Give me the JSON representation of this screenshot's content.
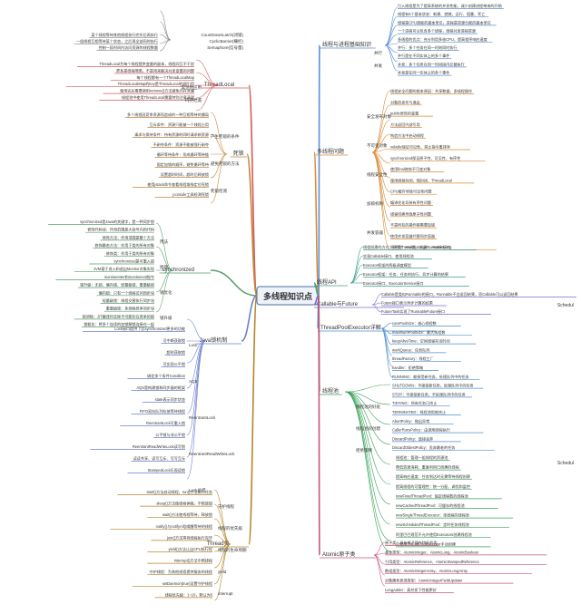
{
  "center": {
    "title": "多线程知识点"
  },
  "branches": {
    "basics": {
      "label": "线程与进程基础知识"
    },
    "threadlocal": {
      "label": "ThreadLocal"
    },
    "deadlock": {
      "label": "死锁"
    },
    "multithread_problems": {
      "label": "多线程问题"
    },
    "synchronized": {
      "label": "synchronized"
    },
    "java_lock": {
      "label": "Java锁机制"
    },
    "thread_pool": {
      "label": "线程池"
    },
    "thread_class": {
      "label": "Thread类"
    },
    "atomic": {
      "label": "Atomic原子类"
    },
    "thread_api": {
      "label": "线程API"
    },
    "callable_future": {
      "label": "Callable与Future"
    },
    "executor_detail": {
      "label": "ThreadPoolExecutor详解"
    },
    "scheduled": {
      "label": "Schedul"
    }
  },
  "top_right": {
    "lines": [
      "引入线程是为了提高系统的并发性能，减少创建进程带来的开销",
      "线程有5个基本状态：新建、就绪、运行、阻塞、死亡",
      "线程是CPU调度的基本单位，进程是资源分配的基本单位",
      "一个进程可以包含多个线程，线程共享进程资源",
      "多线程的优点：充分利用多核CPU，提高程序响应速度",
      "并行：多个任务在同一时刻同时执行",
      "并行是在不同实体上的多个事件",
      "并发：多个任务在同一时间段内交替执行",
      "并发是在同一实体上的多个事件"
    ],
    "labels": [
      "并行",
      "并发"
    ]
  },
  "top_left": {
    "lines": [
      "某个线程等待其他线程执行完毕后再执行",
      "一组线程互相等待某个状态，之后再全部同时执行",
      "控制一段时间内访问资源的线程数量"
    ],
    "labels": [
      "CountDownLatch(闭锁)",
      "CyclicBarrier(栅栏)",
      "Semaphore(信号量)"
    ]
  },
  "threadlocal": {
    "lines": [
      "ThreadLocal为每个线程提供变量的副本，线程间互不干扰",
      "更多是线程隔离，不是用来解决共享变量的问题",
      "每个线程都有一个ThreadLocalMap",
      "ThreadLocalMap的key是ThreadLocal的弱引用",
      "使用完后需要调用remove()方法避免内存泄漏",
      "线程池中使用ThreadLocal需要特别注意清理"
    ],
    "labels": [
      "常见的应用",
      "内存泄漏"
    ]
  },
  "deadlock": {
    "lines": [
      "多个线程因竞争资源而造成的一种互相等待的僵局",
      "互斥条件：资源只能被一个线程占用",
      "请求与保持条件：持有资源的同时请求新资源",
      "不剥夺条件：资源不能被强行剥夺",
      "循环等待条件：形成循环等待链",
      "固定加锁的顺序，避免循环等待",
      "设置超时时间，超时后释放锁",
      "使用jstack命令查看线程堆栈定位死锁",
      "jconsole工具检测死锁"
    ],
    "labels": [
      "产生死锁的条件",
      "避免死锁的方法",
      "死锁检测"
    ]
  },
  "multithread_problems": {
    "lines": [
      "线程安全问题的根本原因：共享数据、多线程操作",
      "对象的发布与逸出",
      "public修饰的变量",
      "方法返回内部引用",
      "构造方法中启动线程",
      "volatile保证可见性、禁止指令重排序",
      "synchronized保证原子性、可见性、有序性",
      "使用final修饰不可变对象",
      "使用线程封闭、栈封闭、ThreadLocal",
      "CPU缓存导致可见性问题",
      "编译优化导致有序性问题",
      "线程切换导致原子性问题",
      "不是所有的操作都需要加锁",
      "使用并发容器代替同步容器",
      "原子类：AtomicInteger、AtomicLong"
    ],
    "labels": [
      "安全发布对象",
      "不可变对象",
      "线程安全性",
      "加锁机制",
      "并发容器"
    ]
  },
  "synchronized": {
    "lines": [
      "synchronized是Java的关键字，是一种同步锁",
      "修饰代码块：作用范围是大括号内的代码",
      "修饰方法：作用范围是整个方法",
      "修饰静态方法：作用于类的所有对象",
      "修饰类：作用于类的所有对象",
      "synchronized是可重入锁",
      "JVM基于进入和退出Monitor对象实现",
      "monitorenter和monitorexit指令",
      "锁升级：无锁、偏向锁、轻量级锁、重量级锁",
      "偏向锁：只有一个线程访问同步块",
      "轻量级锁：线程交替执行同步块",
      "重量级锁：多线程竞争同步块",
      "锁消除：JIT编译时去除不可能存在竞争的锁",
      "锁粗化：将多个连续的加锁解锁连接在一起"
    ],
    "labels": [
      "用法",
      "原理",
      "锁优化",
      "锁升级"
    ]
  },
  "java_lock": {
    "lines": [
      "Lock接口提供了比synchronized更多的功能",
      "可中断获取锁",
      "超时获取锁",
      "可实现公平锁",
      "绑定多个条件Condition",
      "AQS是构建锁和同步器的框架",
      "state表示同步状态",
      "FIFO双向队列存放等待线程",
      "ReentrantLock可重入锁",
      "公平锁与非公平锁",
      "ReentrantReadWriteLock读写锁",
      "读读共享、读写互斥、写写互斥",
      "StampedLock乐观读锁"
    ],
    "labels": [
      "Lock",
      "AQS",
      "ReentrantLock",
      "ReentrantReadWriteLock",
      "Lock总结"
    ]
  },
  "thread_class": {
    "lines": [
      "start()方法启动线程，run()方法执行任务",
      "sleep()方法使线程休眠，不释放锁",
      "wait()方法使线程等待，释放锁",
      "notify()与notifyAll()唤醒等待的线程",
      "join()方法等待线程执行完毕",
      "yield()方法让出CPU执行权",
      "interrupt()方法中断线程",
      "守护线程：为其他线程提供服务的线程",
      "setDaemon(true)设置守护线程",
      "线程优先级：1~10，默认为5"
    ],
    "labels": [
      "守护线程",
      "线程的优先级",
      "线程的生命周期",
      "yield",
      "interrupt"
    ]
  },
  "thread_pool": {
    "lines": [
      "线程池：管理一组线程的资源池",
      "降低资源消耗：重复利用已创建的线程",
      "提高响应速度：任务到达时无需等待线程创建",
      "提高线程的可管理性：统一分配、调优和监控",
      "newFixedThreadPool：固定线程数的线程池",
      "newCachedThreadPool：可缓存的线程池",
      "newSingleThreadExecutor：单线程的线程池",
      "newScheduledThreadPool：定时任务线程池",
      "阿里巴巴规范不允许使用Executors创建线程池",
      "应使用ThreadPoolExecutor手动创建"
    ],
    "labels": [
      "线程池的好处",
      "线程池的创建",
      "拒绝策略"
    ]
  },
  "executor_detail": {
    "lines": [
      "corePoolSize：核心线程数",
      "maximumPoolSize：最大线程数",
      "keepAliveTime：空闲线程存活时间",
      "workQueue：任务队列",
      "threadFactory：线程工厂",
      "handler：拒绝策略",
      "RUNNING：能接受新任务，处理队列中的任务",
      "SHUTDOWN：不接受新任务，处理队列中的任务",
      "STOP：不接受新任务，不处理队列中的任务",
      "TIDYING：所有任务已终止",
      "TERMINATED：线程池彻底终止",
      "AbortPolicy：抛出异常",
      "CallerRunsPolicy：由调用线程执行",
      "DiscardPolicy：直接丢弃",
      "DiscardOldestPolicy：丢弃最老的任务"
    ],
    "labels": [
      "构造参数",
      "线程池状态",
      "拒绝策略"
    ]
  },
  "thread_api": {
    "lines": [
      "线程创建的方式：继承Thread类、实现Runnable接口",
      "实现Callable接口、使用线程池",
      "Executor框架的两级调度模型",
      "Executor框架：任务、任务的执行、异步计算的结果",
      "Executor接口、ExecutorService接口"
    ],
    "labels": [
      "线程的创建"
    ]
  },
  "callable_future": {
    "lines": [
      "Callable是类似Runnable的接口，Runnable不会返回结果，而Callable可以返回结果",
      "Future接口表示异步计算的结果",
      "FutureTask实现了RunnableFuture接口"
    ],
    "labels": [
      "Callable",
      "Future"
    ]
  },
  "atomic": {
    "lines": [
      "原子类：具有原子操作特征的类",
      "基本类型：AtomicInteger、AtomicLong、AtomicBoolean",
      "引用类型：AtomicReference、AtomicStampedReference",
      "数组类型：AtomicIntegerArray、AtomicLongArray",
      "对象属性修改类型：AtomicIntegerFieldUpdater",
      "LongAdder：高并发下性能更好"
    ],
    "labels": [
      "原子类"
    ]
  }
}
